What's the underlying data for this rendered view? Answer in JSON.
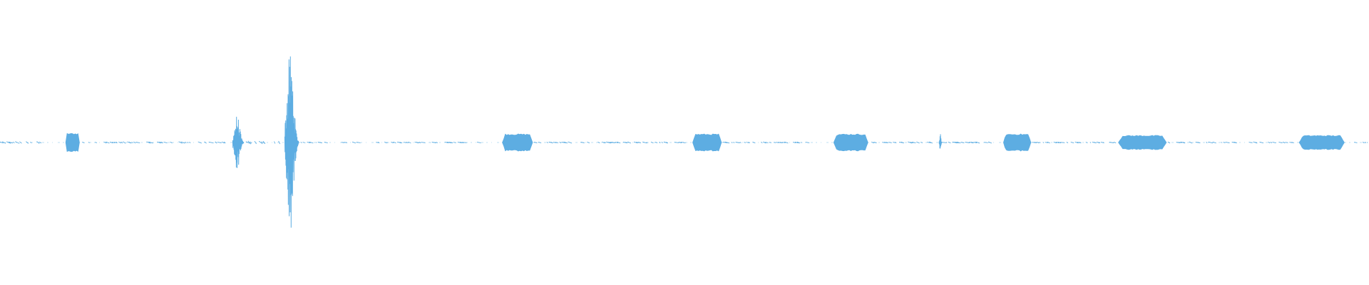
{
  "colors": {
    "background": "#ffffff",
    "waveform": "#5dade2"
  },
  "waveform": {
    "description_type": "audio-amplitude-envelope",
    "time_range": [
      0,
      1
    ],
    "amplitude_range": [
      -1,
      1
    ],
    "events": [
      {
        "kind": "noise",
        "start": 0.0,
        "end": 0.03,
        "amp": 0.01
      },
      {
        "kind": "burst",
        "start": 0.048,
        "end": 0.058,
        "amp": 0.13
      },
      {
        "kind": "noise",
        "start": 0.06,
        "end": 0.165,
        "amp": 0.008
      },
      {
        "kind": "spike",
        "start": 0.17,
        "end": 0.178,
        "amp": 0.3
      },
      {
        "kind": "noise",
        "start": 0.178,
        "end": 0.205,
        "amp": 0.015
      },
      {
        "kind": "spike",
        "start": 0.208,
        "end": 0.218,
        "amp": 0.98
      },
      {
        "kind": "noise",
        "start": 0.218,
        "end": 0.35,
        "amp": 0.006
      },
      {
        "kind": "burst",
        "start": 0.367,
        "end": 0.389,
        "amp": 0.12
      },
      {
        "kind": "noise",
        "start": 0.39,
        "end": 0.505,
        "amp": 0.006
      },
      {
        "kind": "burst",
        "start": 0.506,
        "end": 0.527,
        "amp": 0.12
      },
      {
        "kind": "noise",
        "start": 0.528,
        "end": 0.59,
        "amp": 0.006
      },
      {
        "kind": "burst",
        "start": 0.609,
        "end": 0.634,
        "amp": 0.12
      },
      {
        "kind": "noise",
        "start": 0.635,
        "end": 0.685,
        "amp": 0.006
      },
      {
        "kind": "spike",
        "start": 0.686,
        "end": 0.688,
        "amp": 0.12
      },
      {
        "kind": "noise",
        "start": 0.688,
        "end": 0.725,
        "amp": 0.006
      },
      {
        "kind": "burst",
        "start": 0.733,
        "end": 0.753,
        "amp": 0.12
      },
      {
        "kind": "noise",
        "start": 0.754,
        "end": 0.815,
        "amp": 0.006
      },
      {
        "kind": "burst",
        "start": 0.817,
        "end": 0.852,
        "amp": 0.1
      },
      {
        "kind": "noise",
        "start": 0.853,
        "end": 0.945,
        "amp": 0.006
      },
      {
        "kind": "burst",
        "start": 0.949,
        "end": 0.982,
        "amp": 0.1
      },
      {
        "kind": "noise",
        "start": 0.983,
        "end": 1.0,
        "amp": 0.006
      }
    ]
  }
}
